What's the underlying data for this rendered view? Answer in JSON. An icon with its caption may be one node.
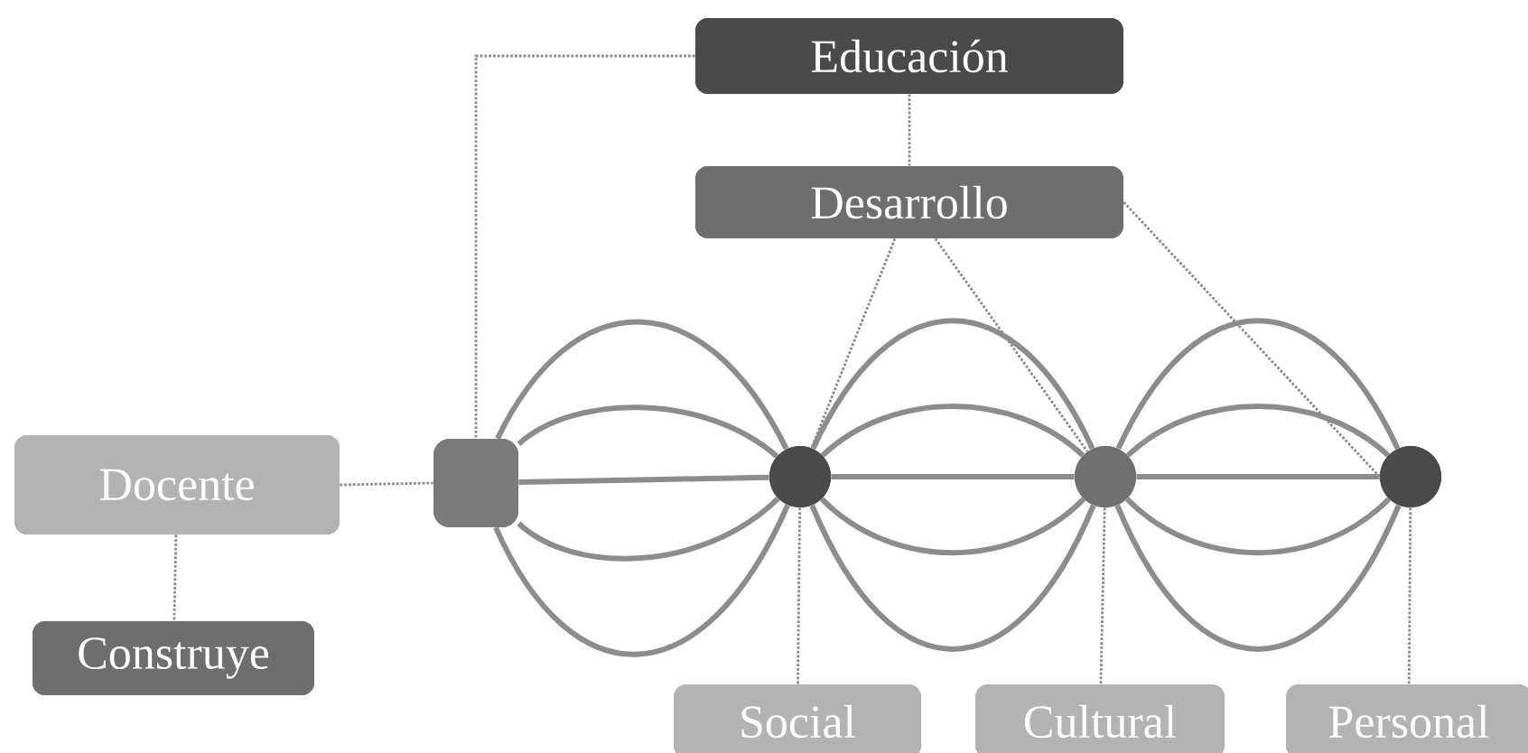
{
  "diagram": {
    "nodes": [
      {
        "text": [
          "Educación"
        ]
      },
      {
        "text": [
          "Desarrollo"
        ]
      },
      {
        "text": [
          "Docente"
        ]
      },
      {
        "text": [
          "Construye"
        ]
      },
      {
        "text": [],
        "shape": "box"
      },
      {
        "text": [],
        "shape": "circle"
      },
      {
        "text": [],
        "shape": "circle"
      },
      {
        "text": [],
        "shape": "circle"
      },
      {
        "text": [
          "Social"
        ]
      },
      {
        "text": [
          "Cultural"
        ]
      },
      {
        "text": [
          "Personal"
        ]
      }
    ],
    "edges": [
      {
        "from": 0,
        "to": 4,
        "arrow": "none",
        "style": "dashed"
      },
      {
        "from": 0,
        "to": 1,
        "arrow": "none",
        "style": "dashed"
      },
      {
        "from": 1,
        "to": 5,
        "arrow": "none",
        "style": "dashed"
      },
      {
        "from": 1,
        "to": 6,
        "arrow": "none",
        "style": "dashed"
      },
      {
        "from": 1,
        "to": 7,
        "arrow": "none",
        "style": "dashed"
      },
      {
        "from": 2,
        "to": 4,
        "arrow": "none",
        "style": "dashed"
      },
      {
        "from": 2,
        "to": 3,
        "arrow": "none",
        "style": "dashed"
      },
      {
        "from": 5,
        "to": 8,
        "arrow": "none",
        "style": "dashed"
      },
      {
        "from": 6,
        "to": 9,
        "arrow": "none",
        "style": "dashed"
      },
      {
        "from": 7,
        "to": 10,
        "arrow": "none",
        "style": "dashed"
      },
      {
        "from": 4,
        "to": 5,
        "arrow": "none"
      },
      {
        "from": 4,
        "to": 5,
        "arrow": "none"
      },
      {
        "from": 4,
        "to": 5,
        "arrow": "none"
      },
      {
        "from": 4,
        "to": 5,
        "arrow": "none"
      },
      {
        "from": 4,
        "to": 5,
        "arrow": "none"
      },
      {
        "from": 5,
        "to": 6,
        "arrow": "none"
      },
      {
        "from": 5,
        "to": 6,
        "arrow": "none"
      },
      {
        "from": 5,
        "to": 6,
        "arrow": "none"
      },
      {
        "from": 5,
        "to": 6,
        "arrow": "none"
      },
      {
        "from": 5,
        "to": 6,
        "arrow": "none"
      },
      {
        "from": 6,
        "to": 7,
        "arrow": "none"
      },
      {
        "from": 6,
        "to": 7,
        "arrow": "none"
      },
      {
        "from": 6,
        "to": 7,
        "arrow": "none"
      },
      {
        "from": 6,
        "to": 7,
        "arrow": "none"
      },
      {
        "from": 6,
        "to": 7,
        "arrow": "none"
      }
    ]
  }
}
